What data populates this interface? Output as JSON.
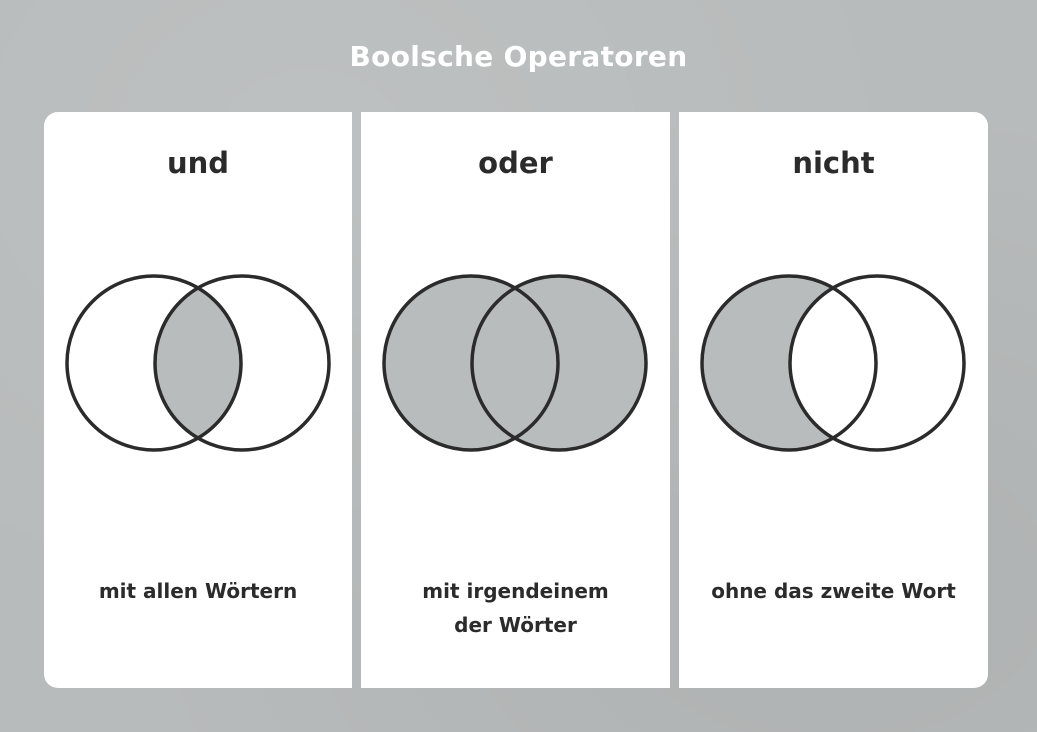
{
  "title": "Boolsche Operatoren",
  "colors": {
    "background": "#b8bbbb",
    "card": "#ffffff",
    "shade": "#b9bcbc",
    "stroke": "#2b2b2b",
    "text": "#2b2b2b",
    "title_text": "#ffffff"
  },
  "operators": [
    {
      "label": "und",
      "caption_line1": "mit allen Wörtern",
      "caption_line2": "",
      "shaded_region": "intersection"
    },
    {
      "label": "oder",
      "caption_line1": "mit irgendeinem",
      "caption_line2": "der Wörter",
      "shaded_region": "union"
    },
    {
      "label": "nicht",
      "caption_line1": "ohne das zweite Wort",
      "caption_line2": "",
      "shaded_region": "first-minus-second"
    }
  ]
}
